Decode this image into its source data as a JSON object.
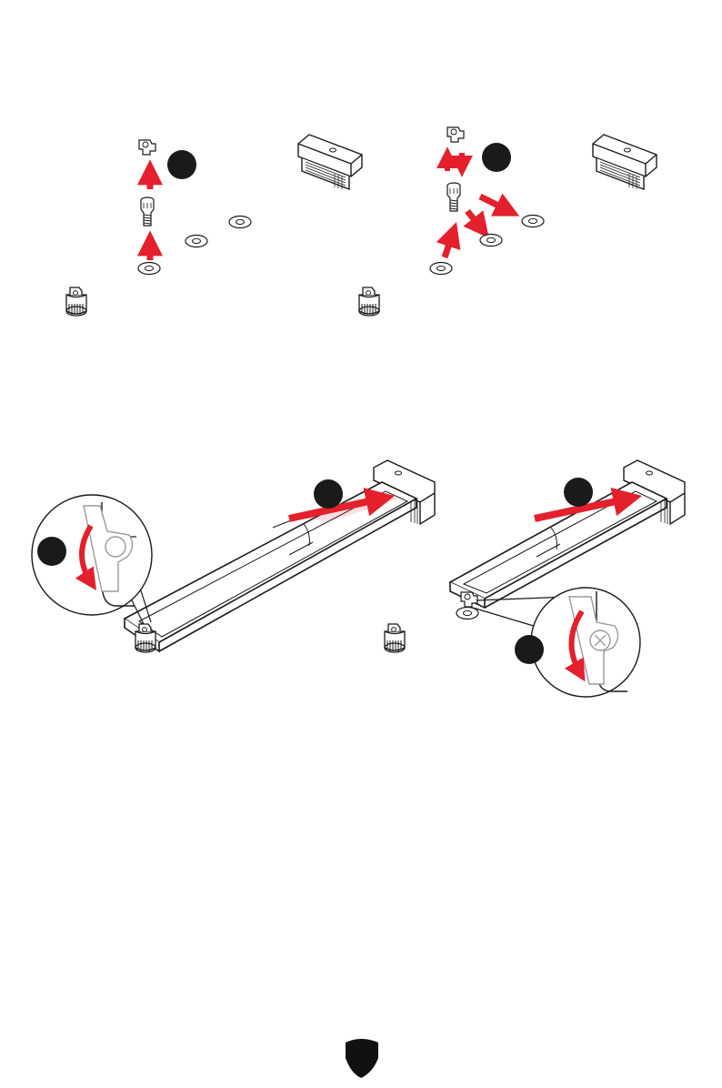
{
  "page": {
    "type": "manual-page",
    "background": "#ffffff"
  },
  "colors": {
    "accent_red": "#e3202c",
    "badge": "#1a1a1a",
    "line": "#1a1a1a",
    "gray": "#9a9a9a"
  },
  "figures": [
    {
      "name": "figure-standoff-installation-a",
      "icons": [
        "clip-icon",
        "standoff-screw-icon",
        "standoff-hole-icon",
        "m2-slot-icon",
        "ez-latch-icon"
      ],
      "badge": "step-badge",
      "badge_label": ""
    },
    {
      "name": "figure-standoff-installation-b",
      "icons": [
        "clip-icon",
        "standoff-screw-icon",
        "standoff-hole-icon",
        "m2-slot-icon",
        "ez-latch-icon"
      ],
      "badge": "step-badge",
      "badge_label": ""
    },
    {
      "name": "figure-ssd-insert-latch-a",
      "icons": [
        "m2-ssd-icon",
        "m2-slot-icon",
        "ez-latch-icon",
        "rotate-arrow-icon"
      ],
      "badges": [
        "step-badge",
        "step-badge"
      ]
    },
    {
      "name": "figure-ssd-insert-latch-b",
      "icons": [
        "m2-ssd-icon",
        "m2-slot-icon",
        "ez-latch-icon",
        "rotate-arrow-icon"
      ],
      "badges": [
        "step-badge",
        "step-badge"
      ]
    }
  ],
  "footer": {
    "logo_icon": "shield-logo-icon"
  }
}
